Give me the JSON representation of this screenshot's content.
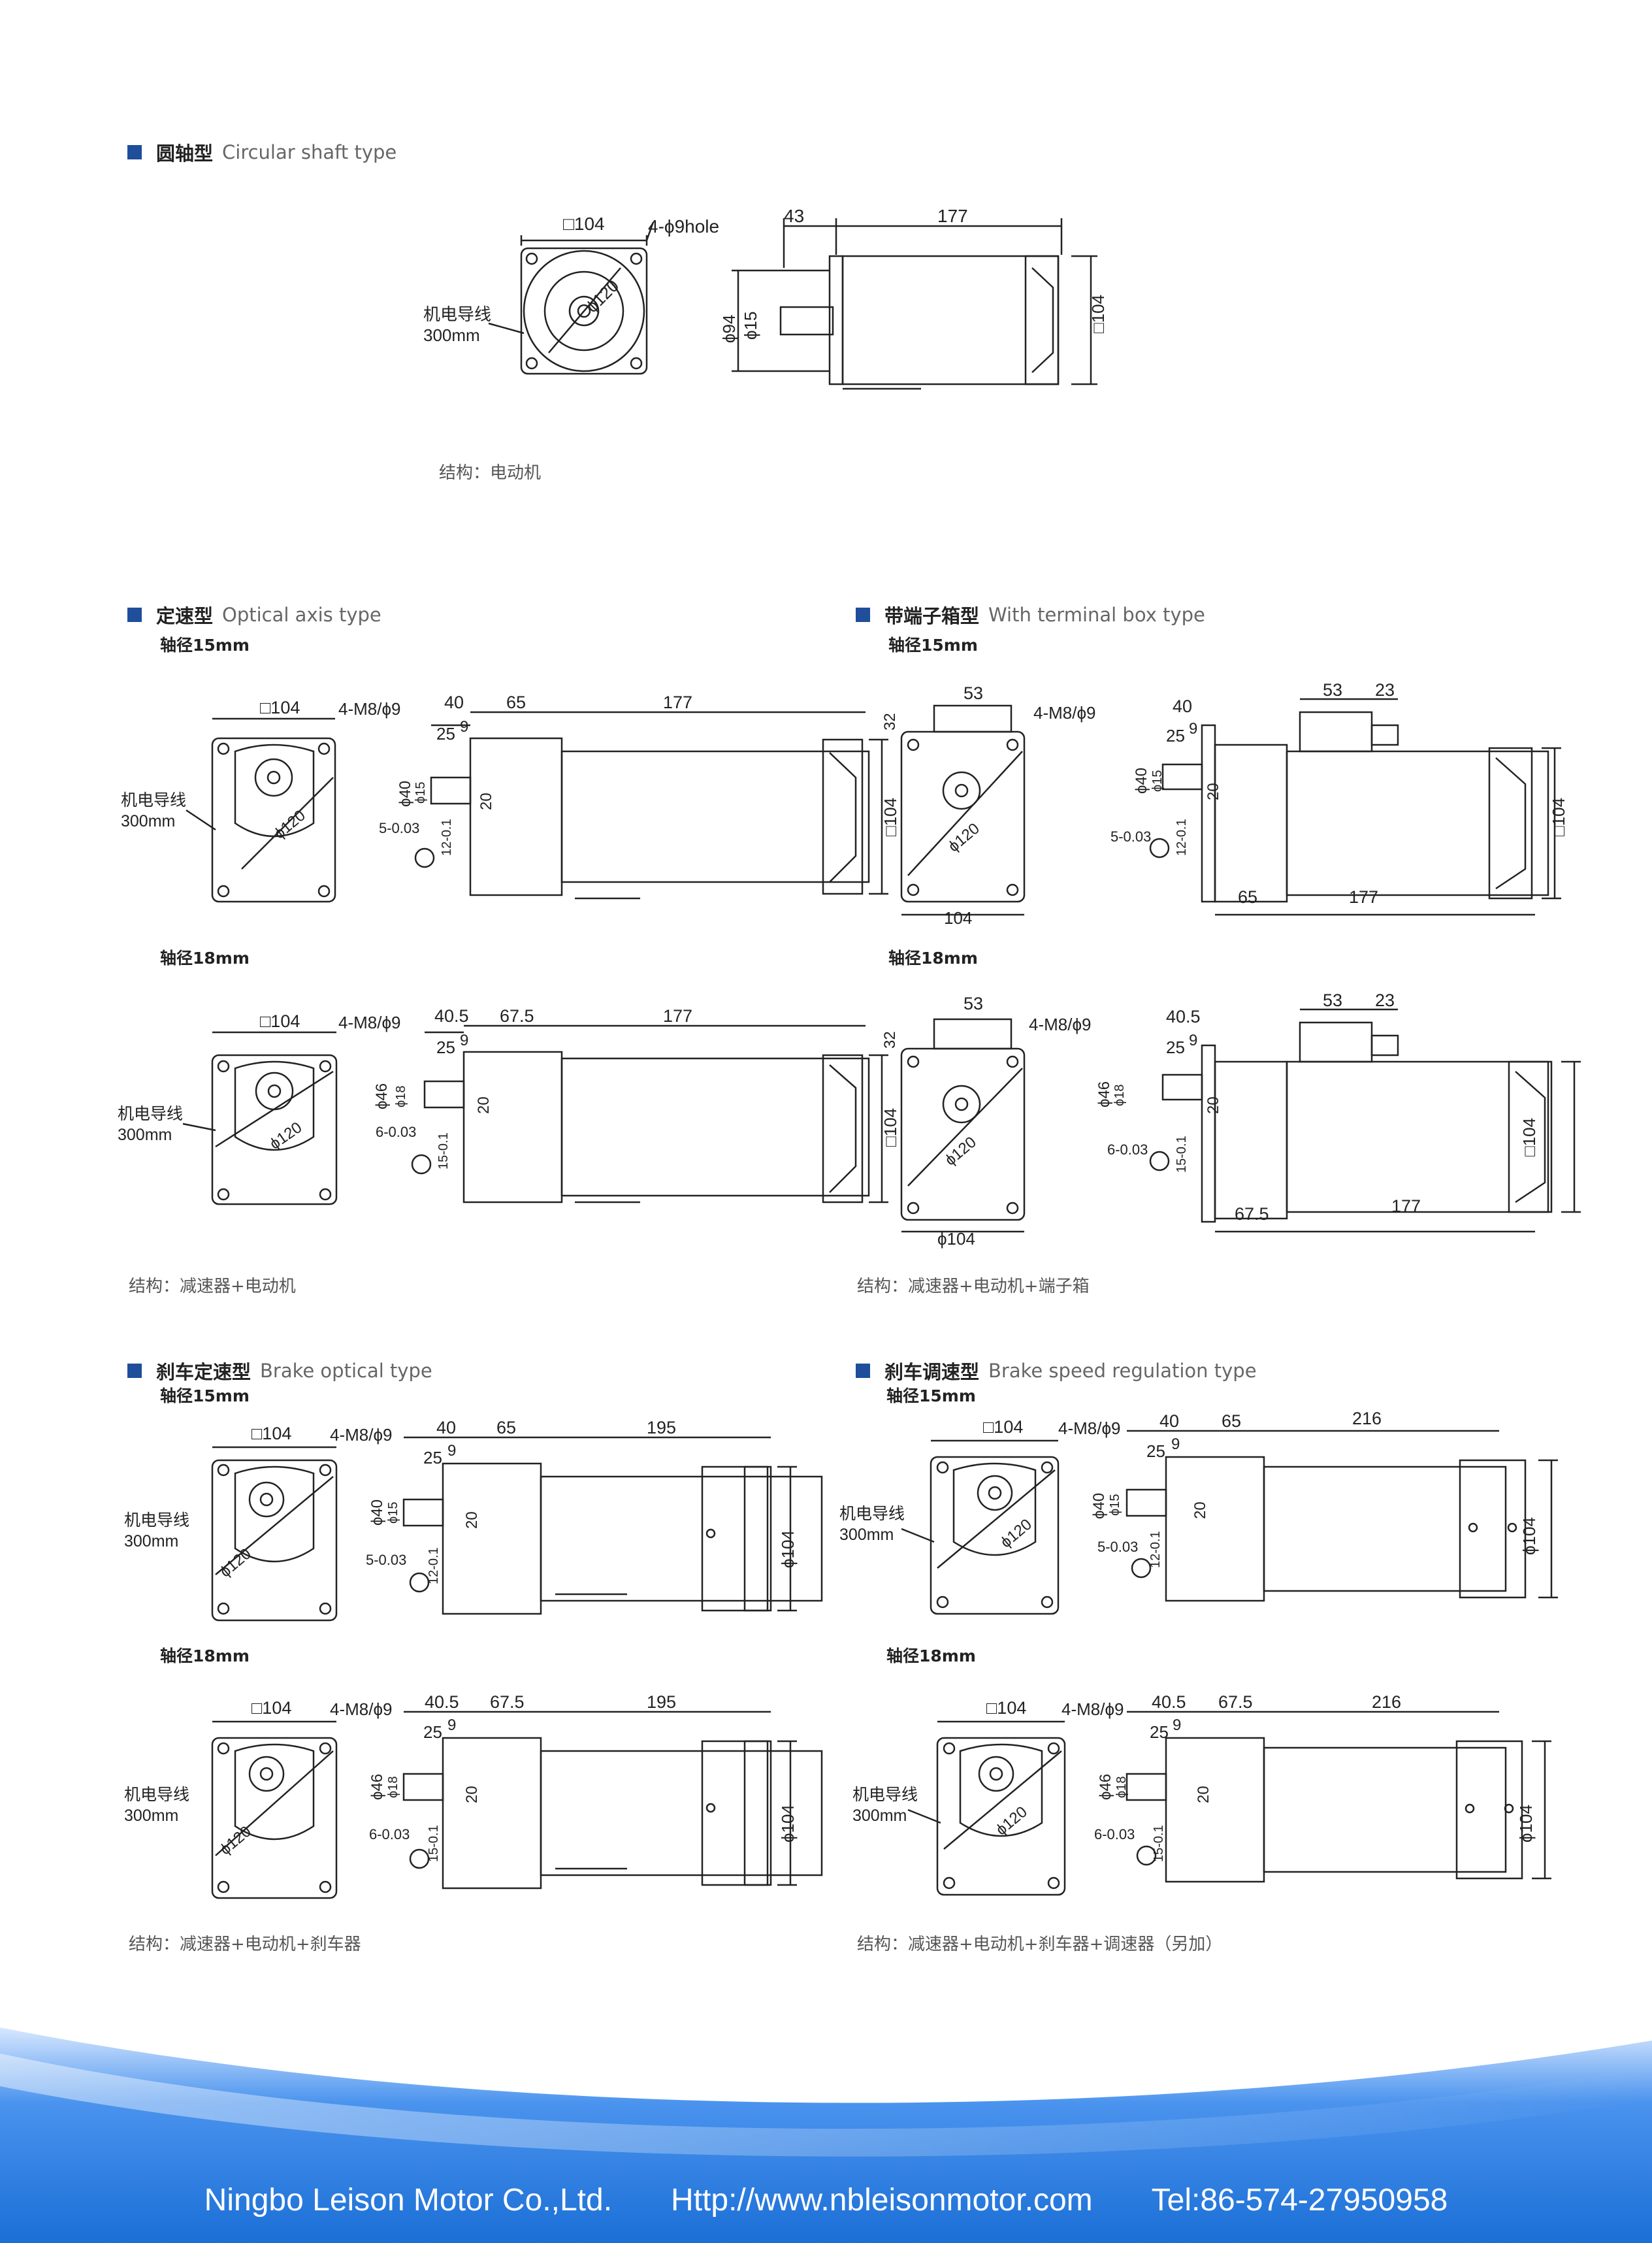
{
  "sections": {
    "circular": {
      "zh": "圆轴型",
      "en": "Circular shaft type",
      "structure": "结构：电动机"
    },
    "optical": {
      "zh": "定速型",
      "en": "Optical axis type",
      "sub15": "轴径15mm",
      "sub18": "轴径18mm",
      "structure": "结构：减速器+电动机"
    },
    "terminal": {
      "zh": "带端子箱型",
      "en": "With terminal box type",
      "sub15": "轴径15mm",
      "sub18": "轴径18mm",
      "structure": "结构：减速器+电动机+端子箱"
    },
    "brake": {
      "zh": "刹车定速型",
      "en": "Brake optical type",
      "sub15": "轴径15mm",
      "sub18": "轴径18mm",
      "structure": "结构：减速器+电动机+刹车器"
    },
    "brake_speed": {
      "zh": "刹车调速型",
      "en": "Brake speed regulation type",
      "sub15": "轴径15mm",
      "sub18": "轴径18mm",
      "structure": "结构：减速器+电动机+刹车器+调速器（另加）"
    }
  },
  "drawing_labels": {
    "sq104": "□104",
    "hole": "4-ϕ9hole",
    "m8": "4-M8/ϕ9",
    "lead": "机电导线",
    "lead_len": "300mm",
    "d120": "ϕ120",
    "d94": "ϕ94",
    "d15": "ϕ15",
    "d40": "ϕ40",
    "d46": "ϕ46",
    "d18": "ϕ18",
    "d104": "ϕ104",
    "n43": "43",
    "n177": "177",
    "n195": "195",
    "n216": "216",
    "n40": "40",
    "n40_5": "40.5",
    "n65": "65",
    "n67_5": "67.5",
    "n25": "25",
    "n9": "9",
    "n20": "20",
    "n53": "53",
    "n23": "23",
    "n32": "32",
    "n104": "104",
    "key5": "5-0.03",
    "key6": "6-0.03",
    "key12": "12-0.1",
    "key15": "15-0.1"
  },
  "footer": {
    "company": "Ningbo Leison Motor Co.,Ltd.",
    "website": "Http://www.nbleisonmotor.com",
    "tel": "Tel:86-574-27950958"
  },
  "colors": {
    "accent": "#1f4e9a",
    "footer_blue": "#1b6fd6"
  }
}
